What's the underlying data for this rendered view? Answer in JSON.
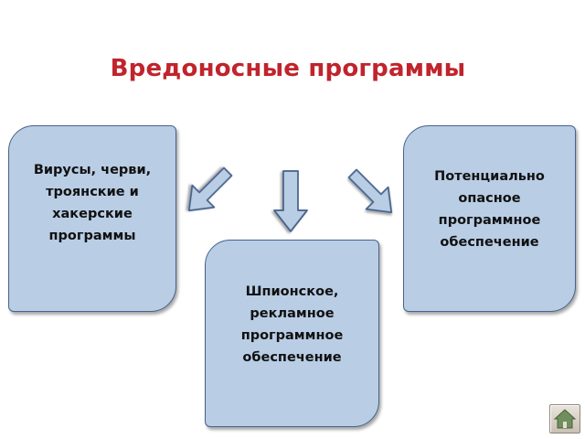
{
  "title": "Вредоносные программы",
  "boxes": {
    "left": {
      "lines": [
        "Вирусы, черви,",
        "троянские и",
        "хакерские",
        "программы"
      ]
    },
    "right": {
      "lines": [
        "Потенциально",
        "опасное",
        "программное",
        "обеспечение"
      ]
    },
    "bottom": {
      "lines": [
        "Шпионское,",
        "рекламное",
        "программное",
        "обеспечение"
      ]
    }
  },
  "colors": {
    "title": "#c0242c",
    "box_fill": "#b9cde5",
    "box_border": "#46648c",
    "arrow_fill": "#b9cde5",
    "arrow_stroke": "#46648c"
  },
  "icons": {
    "home": "home-icon"
  }
}
